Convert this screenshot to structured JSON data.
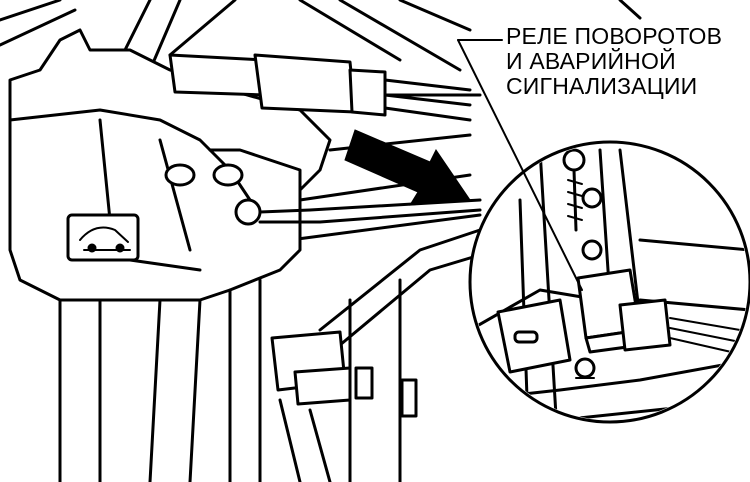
{
  "callout": {
    "lines": [
      "РЕЛЕ ПОВОРОТОВ",
      "И АВАРИЙНОЙ",
      "СИГНАЛИЗАЦИИ"
    ]
  }
}
